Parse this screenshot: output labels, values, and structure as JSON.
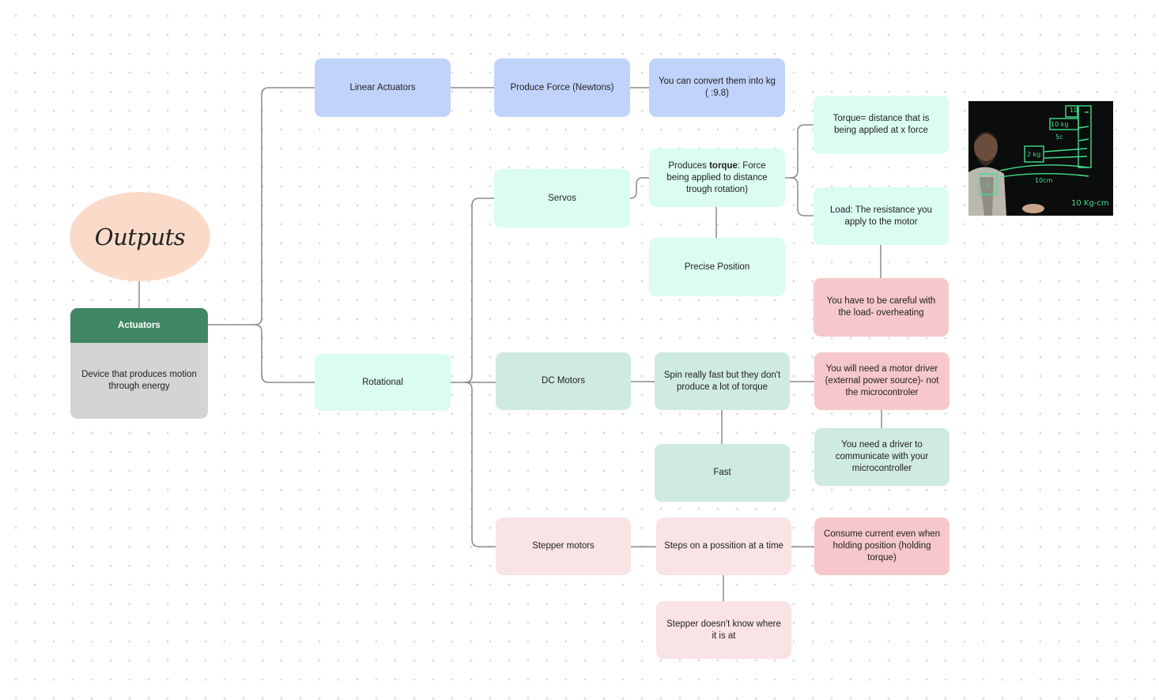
{
  "root": {
    "title": "Outputs",
    "header": "Actuators",
    "description": "Device that produces motion through energy"
  },
  "nodes": {
    "linear_actuators": "Linear Actuators",
    "produce_force": "Produce Force (Newtons)",
    "convert_kg": "You can convert them into kg ( :9.8)",
    "rotational": "Rotational",
    "servos": "Servos",
    "produces_torque_prefix": "Produces ",
    "produces_torque_bold": "torque",
    "produces_torque_suffix": ": Force being applied to distance trough rotation)",
    "torque_def": "Torque= distance that is being applied at x force",
    "load_def": "Load: The resistance you apply to the motor",
    "careful_load": "You have to be careful with the load- overheating",
    "precise_position": "Precise Position",
    "dc_motors": "DC Motors",
    "spin_fast": "Spin really fast but they don't produce a lot of torque",
    "motor_driver": "You will need a motor driver (external power source)- not the microcontroler",
    "driver_communicate": "You need a driver to communicate with your microcontroller",
    "fast": "Fast",
    "stepper_motors": "Stepper motors",
    "steps_position": "Steps on a possition at a time",
    "consume_current": "Consume current even when holding position (holding torque)",
    "stepper_unknown": "Stepper doesn't know where it is at"
  },
  "photo": {
    "labels": [
      "10",
      "10 kg",
      "5c",
      "2 kg",
      "10cm",
      "10 Kg-cm",
      "1"
    ]
  },
  "colors": {
    "line": "#8a8a8a",
    "blue": "#c1d3fb",
    "mint": "#dbfcf1",
    "teal": "#cfeae3",
    "pink_light": "#fae3e4",
    "pink": "#f6c8cb",
    "green": "#408763",
    "gray": "#d2d5d3",
    "peach": "#fadbca",
    "chalk": "#3fe08a"
  }
}
